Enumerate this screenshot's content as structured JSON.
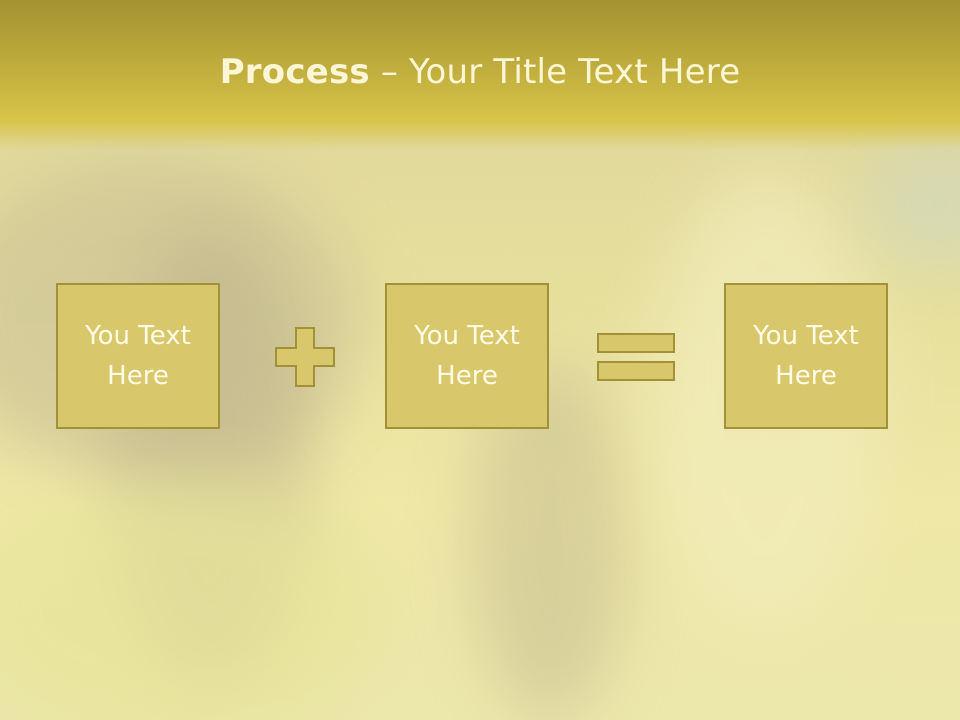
{
  "slide": {
    "title_bold": "Process",
    "title_rest": " – Your Title Text Here"
  },
  "boxes": [
    {
      "line1": "You Text",
      "line2": "Here"
    },
    {
      "line1": "You Text",
      "line2": "Here"
    },
    {
      "line1": "You Text",
      "line2": "Here"
    }
  ],
  "colors": {
    "header": "#c3b03e",
    "box_fill": "#d9c86b",
    "box_border": "#a3913a",
    "text": "#fffbe6"
  },
  "icons": [
    "plus-icon",
    "equals-icon"
  ]
}
